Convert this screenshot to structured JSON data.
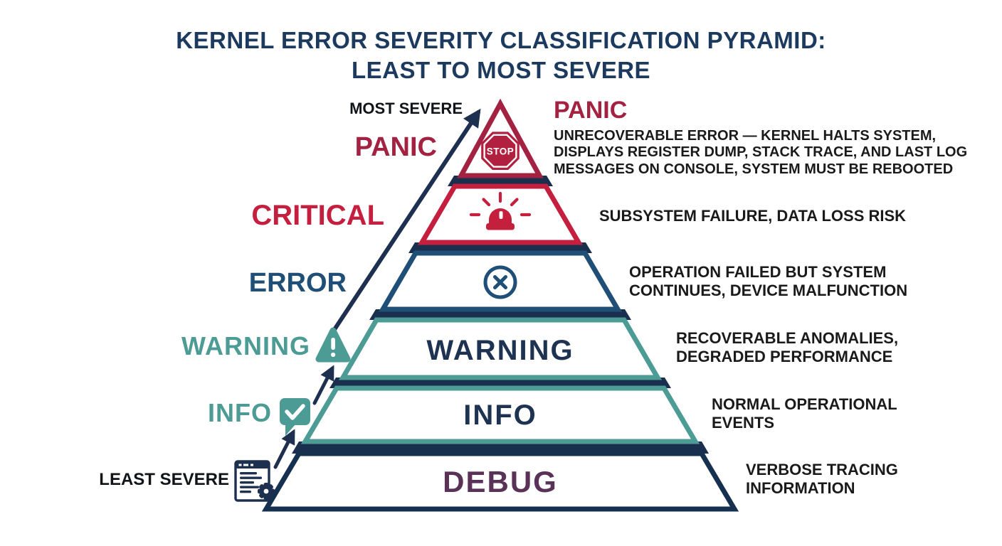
{
  "title": {
    "line1": "KERNEL ERROR SEVERITY CLASSIFICATION PYRAMID:",
    "line2": "LEAST TO MOST SEVERE"
  },
  "scale": {
    "most_severe": "MOST SEVERE",
    "least_severe": "LEAST SEVERE"
  },
  "levels": [
    {
      "id": "panic",
      "name": "PANIC",
      "rank": "most severe",
      "icon": "stop-sign",
      "icon_text": "STOP",
      "accent": "#a32242",
      "description": "UNRECOVERABLE ERROR — KERNEL HALTS SYSTEM,\nDISPLAYS REGISTER DUMP, STACK TRACE, AND LAST LOG\nMESSAGES ON CONSOLE, SYSTEM MUST BE REBOOTED"
    },
    {
      "id": "critical",
      "name": "CRITICAL",
      "icon": "siren",
      "accent": "#c51f3f",
      "description": "SUBSYSTEM FAILURE, DATA LOSS RISK"
    },
    {
      "id": "error",
      "name": "ERROR",
      "icon": "circle-x",
      "accent": "#1f4e77",
      "description": "OPERATION FAILED BUT SYSTEM\nCONTINUES, DEVICE MALFUNCTION"
    },
    {
      "id": "warning",
      "name": "WARNING",
      "icon": "warning-triangle",
      "accent": "#4d9b95",
      "description": "RECOVERABLE ANOMALIES,\nDEGRADED PERFORMANCE"
    },
    {
      "id": "info",
      "name": "INFO",
      "icon": "speech-bubble-check",
      "accent": "#4d9b95",
      "description": "NORMAL OPERATIONAL\nEVENTS"
    },
    {
      "id": "debug",
      "name": "DEBUG",
      "rank": "least severe",
      "icon": "code-document-gear",
      "accent": "#16304f",
      "text_color": "#5a3157",
      "description": "VERBOSE TRACING\nINFORMATION"
    }
  ],
  "colors": {
    "background": "#ffffff",
    "title_navy": "#1c3a5e",
    "band_navy": "#1a2f4e",
    "arrow_navy": "#1d3050",
    "crimson": "#a32242",
    "red": "#c51f3f",
    "steel_blue": "#1f4e77",
    "teal": "#4d9b95",
    "plum": "#5a3157",
    "body_text": "#1a1a1a"
  }
}
